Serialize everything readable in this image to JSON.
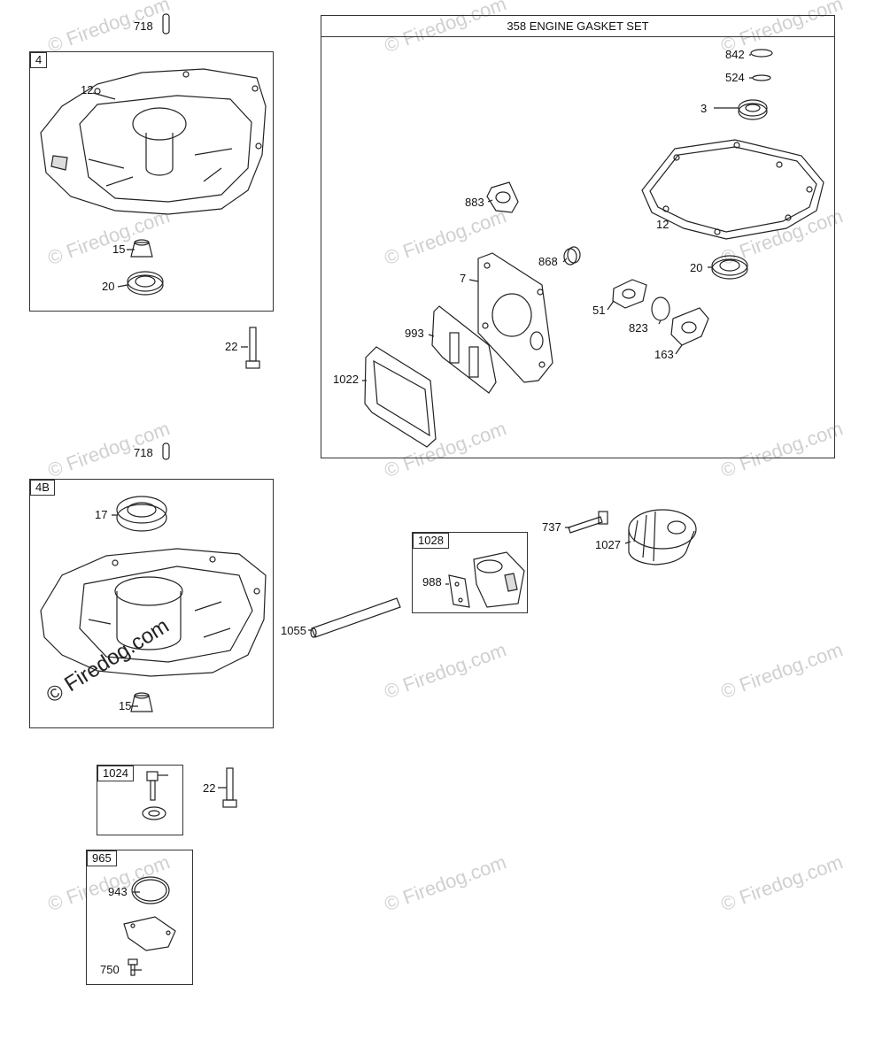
{
  "watermark": {
    "text": "© Firedog.com"
  },
  "kits": {
    "k4": "4",
    "k4b": "4B",
    "k1024": "1024",
    "k965": "965",
    "k1028": "1028",
    "gasket_set_title": "358 ENGINE GASKET SET"
  },
  "labels": {
    "p718a": "718",
    "p12a": "12",
    "p15a": "15",
    "p20a": "20",
    "p22a": "22",
    "p718b": "718",
    "p17": "17",
    "p15b": "15",
    "p22b": "22",
    "p943": "943",
    "p750": "750",
    "p1055": "1055",
    "p988": "988",
    "p737": "737",
    "p1027": "1027",
    "p842": "842",
    "p524": "524",
    "p3": "3",
    "p883": "883",
    "p12b": "12",
    "p868": "868",
    "p20b": "20",
    "p7": "7",
    "p51": "51",
    "p993": "993",
    "p823": "823",
    "p163": "163",
    "p1022": "1022"
  }
}
